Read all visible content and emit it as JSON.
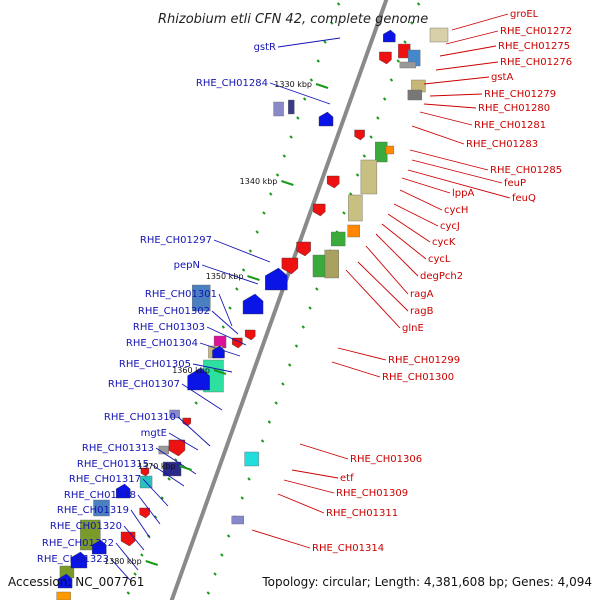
{
  "title": "Rhizobium etli CFN 42, complete genome",
  "footer": {
    "accession": "Accession: NC_007761",
    "summary": "Topology: circular; Length: 4,381,608 bp; Genes: 4,094"
  },
  "kbp_marks": [
    "1330 kbp",
    "1340 kbp",
    "1350 kbp",
    "1360 kbp",
    "1370 kbp",
    "1380 kbp"
  ],
  "labels_reverse_strand": [
    "gstR",
    "RHE_CH01284",
    "RHE_CH01297",
    "pepN",
    "RHE_CH01301",
    "RHE_CH01302",
    "RHE_CH01303",
    "RHE_CH01304",
    "RHE_CH01305",
    "RHE_CH01307",
    "RHE_CH01310",
    "mgtE",
    "RHE_CH01313",
    "RHE_CH01315",
    "RHE_CH01317",
    "RHE_CH01318",
    "RHE_CH01319",
    "RHE_CH01320",
    "RHE_CH01322",
    "RHE_CH01323"
  ],
  "labels_forward_strand": [
    "groEL",
    "RHE_CH01272",
    "RHE_CH01275",
    "RHE_CH01276",
    "gstA",
    "RHE_CH01279",
    "RHE_CH01280",
    "RHE_CH01281",
    "RHE_CH01283",
    "RHE_CH01285",
    "feuP",
    "feuQ",
    "lppA",
    "cycH",
    "cycJ",
    "cycK",
    "cycL",
    "degPch2",
    "ragA",
    "ragB",
    "glnE",
    "RHE_CH01299",
    "RHE_CH01300",
    "RHE_CH01306",
    "etf",
    "RHE_CH01309",
    "RHE_CH01311",
    "RHE_CH01314"
  ],
  "colors": {
    "backbone": "#8a8a8a",
    "reverse_genes": "#0a14e6",
    "forward_genes": "#ee1111",
    "label_blue": "#1414b4",
    "label_red": "#cc0000",
    "tick": "#1a9a1a"
  }
}
